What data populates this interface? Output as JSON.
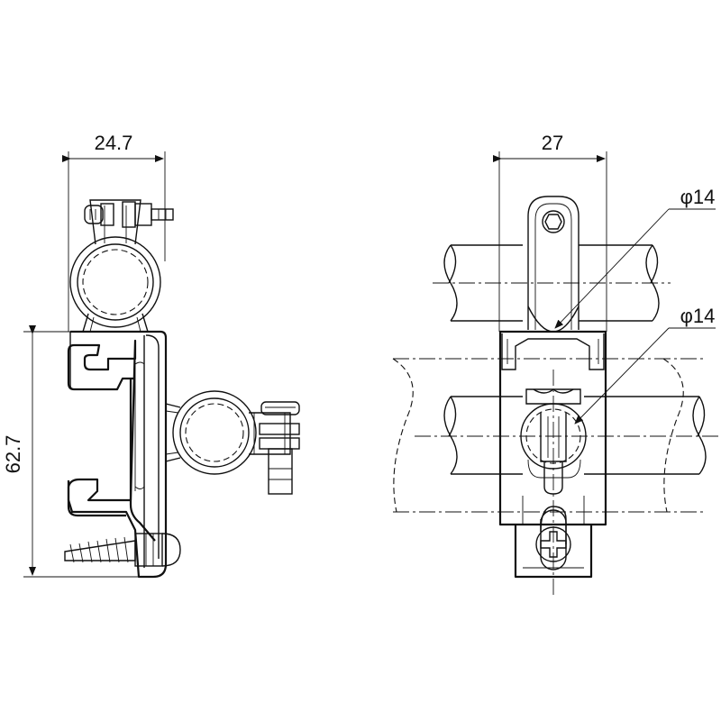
{
  "drawing": {
    "side_view": {
      "width_label": "24.7",
      "height_label": "62.7"
    },
    "front_view": {
      "width_label": "27",
      "upper_pipe_label": "φ14",
      "lower_pipe_label": "φ14"
    }
  }
}
